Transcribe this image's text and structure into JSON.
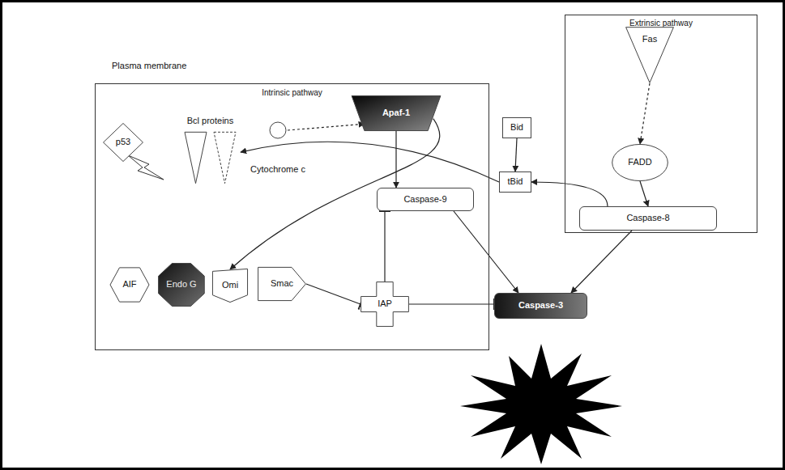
{
  "diagram": {
    "nodes": [
      {
        "text": [
          "Plasma membrane"
        ]
      },
      {
        "text": [
          "Intrinsic pathway"
        ],
        "in": 0
      },
      {
        "text": [
          "p53"
        ],
        "in": 1
      },
      {
        "text": [
          "Bcl proteins"
        ],
        "in": 1
      },
      {
        "text": [
          "Cytochrome c"
        ],
        "in": 1
      },
      {
        "text": [
          "Apaf-1"
        ],
        "in": 1
      },
      {
        "text": [
          "Caspase-9"
        ],
        "in": 1
      },
      {
        "text": [
          "AIF"
        ],
        "in": 1
      },
      {
        "text": [
          "Endo G"
        ],
        "in": 1
      },
      {
        "text": [
          "Omi"
        ],
        "in": 1
      },
      {
        "text": [
          "Smac"
        ],
        "in": 1
      },
      {
        "text": [
          "IAP"
        ],
        "in": 1
      },
      {
        "text": [
          "Extrinsic pathway"
        ],
        "in": 0
      },
      {
        "text": [
          "Fas"
        ],
        "in": 12
      },
      {
        "text": [
          "FADD"
        ],
        "in": 12
      },
      {
        "text": [
          "Caspase-8"
        ],
        "in": 12
      },
      {
        "text": [
          "Bid"
        ],
        "in": 0
      },
      {
        "text": [
          "tBid"
        ],
        "in": 0
      },
      {
        "text": [
          "Caspase-3"
        ],
        "in": 0
      }
    ],
    "edges": [
      {
        "from": 13,
        "to": 14,
        "arrow": "to"
      },
      {
        "from": 14,
        "to": 15,
        "arrow": "to"
      },
      {
        "from": 15,
        "to": 17,
        "arrow": "to"
      },
      {
        "from": 16,
        "to": 17,
        "arrow": "to"
      },
      {
        "from": 17,
        "to": 3,
        "arrow": "to"
      },
      {
        "from": 4,
        "to": 5,
        "arrow": "to"
      },
      {
        "from": 5,
        "to": 6,
        "arrow": "to"
      },
      {
        "from": 6,
        "to": 18,
        "arrow": "to"
      },
      {
        "from": 15,
        "to": 18,
        "arrow": "to"
      },
      {
        "from": 5,
        "to": 9,
        "arrow": "to"
      },
      {
        "from": 10,
        "to": 11,
        "arrow": "to"
      },
      {
        "from": 11,
        "to": 6,
        "arrow": "to"
      },
      {
        "from": 11,
        "to": 18,
        "arrow": "to"
      }
    ]
  }
}
